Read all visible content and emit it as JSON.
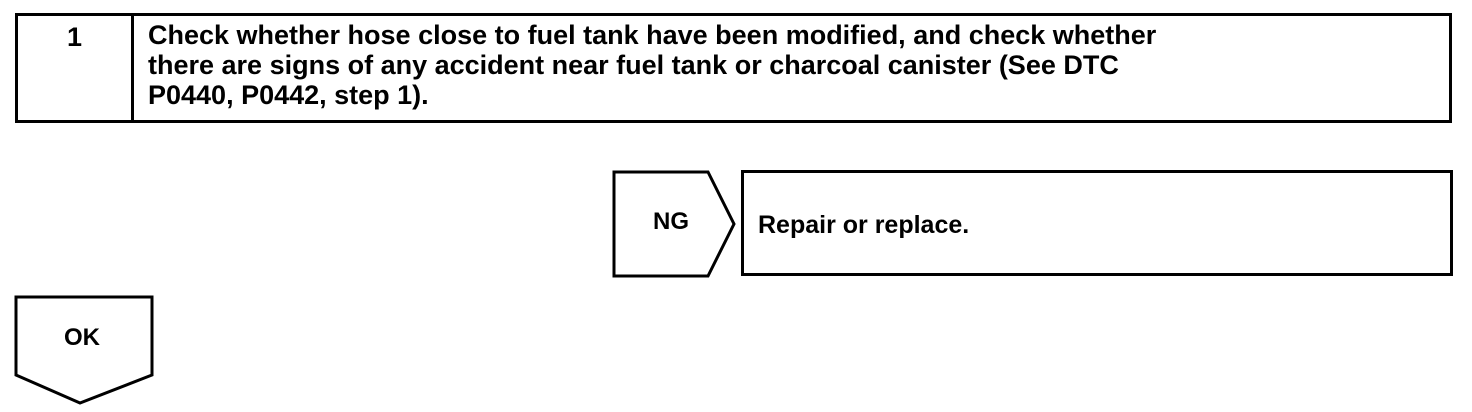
{
  "step": {
    "number": "1",
    "lines": [
      "Check whether hose close to fuel tank have been modified, and check whether",
      "there are signs of any accident near fuel tank or charcoal canister (See DTC",
      "P0440, P0442, step 1)."
    ]
  },
  "ng_branch": {
    "label": "NG",
    "result": "Repair or replace."
  },
  "ok_branch": {
    "label": "OK"
  }
}
